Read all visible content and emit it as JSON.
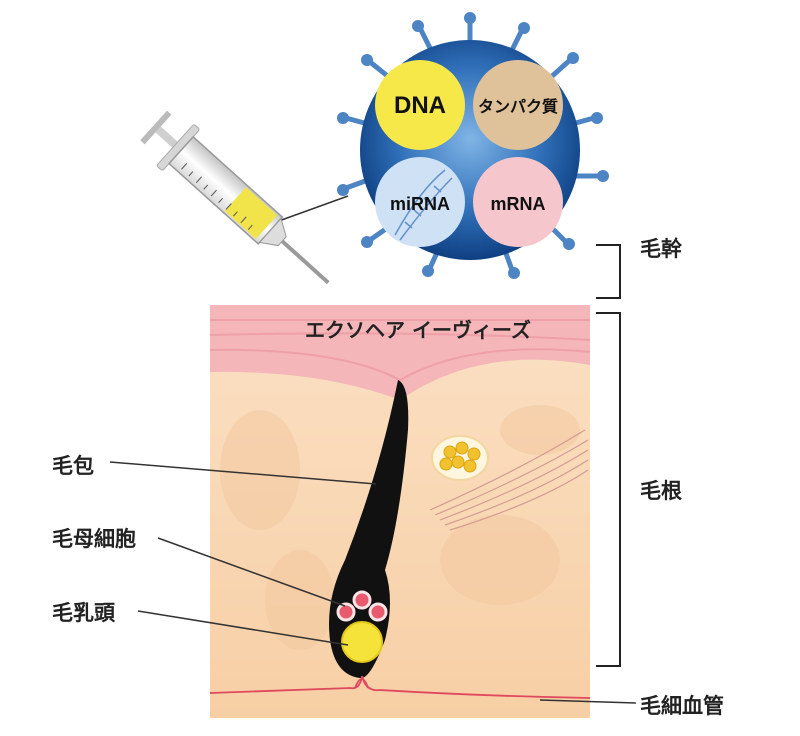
{
  "molecules": {
    "dna": "DNA",
    "protein": "タンパク質",
    "mirna": "miRNA",
    "mrna": "mRNA"
  },
  "product_label": "エクソヘア イーヴィーズ",
  "labels": {
    "hair_shaft": "毛幹",
    "hair_root": "毛根",
    "follicle": "毛包",
    "matrix_cells": "毛母細胞",
    "dermal_papilla": "毛乳頭",
    "capillary": "毛細血管"
  },
  "colors": {
    "dna": "#f7e84a",
    "protein": "#dfc19a",
    "mirna": "#cfe1f5",
    "mrna": "#f5c6cc",
    "skin": "#f8d6b4",
    "epidermis": "#f2aab0",
    "exosome": "#2f6fb8"
  }
}
